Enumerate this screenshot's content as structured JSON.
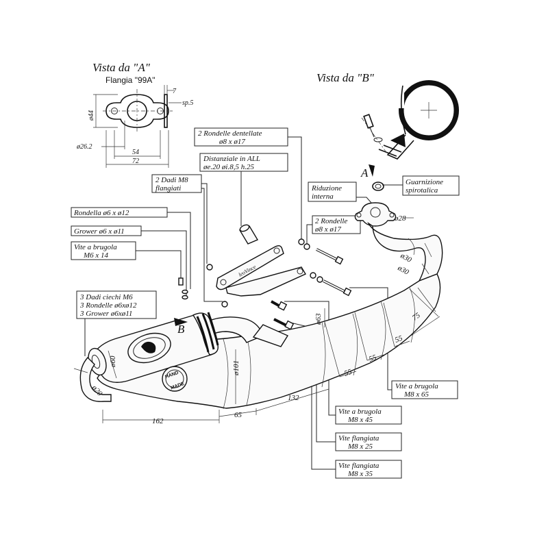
{
  "views": {
    "view_a_title": "Vista da \"A\"",
    "view_a_subtitle": "Flangia \"99A\"",
    "view_b_title": "Vista da \"B\""
  },
  "flange_dims": {
    "d44": "ø44",
    "w7": "7",
    "sp": "sp.5",
    "d26": "ø26.2",
    "w54": "54",
    "w72": "72"
  },
  "labels": {
    "rondelle_dentellate": [
      "2 Rondelle dentellate",
      "ø8 x ø17"
    ],
    "distanziale": [
      "Distanziale in ALL",
      "øe.20 øi.8,5 h.25"
    ],
    "dadi_m8": [
      "2 Dadi M8",
      "flangiati"
    ],
    "riduzione": [
      "Riduzione",
      "interna"
    ],
    "guarnizione": [
      "Guarnizione",
      "spirotalica"
    ],
    "rondelle_2": [
      "2 Rondelle",
      "ø8 x ø17"
    ],
    "rondella_6": "Rondella ø6 x ø12",
    "grower_6": "Grower ø6 x ø11",
    "vite_m6": [
      "Vite a brugola",
      "M6 x 14"
    ],
    "dadi_ciechi": [
      "3 Dadi ciechi M6",
      "3 Rondelle ø6xø12",
      "3 Grower ø6xø11"
    ],
    "vite_m8_65": [
      "Vite a brugola",
      "M8 x 65"
    ],
    "vite_m8_45": [
      "Vite a brugola",
      "M8 x 45"
    ],
    "vite_flang_25": [
      "Vite flangiata",
      "M8 x 25"
    ],
    "vite_flang_35": [
      "Vite flangiata",
      "M8 x 35"
    ]
  },
  "markers": {
    "a": "A",
    "b": "B"
  },
  "dims": {
    "d28": "ø28",
    "d30a": "ø30",
    "d30b": "ø30",
    "d63": "ø63",
    "d75": "75",
    "d55a": "55",
    "d55b": "55",
    "d55c": "55",
    "d101": "ø101",
    "d60": "ø60",
    "d20": "ø20",
    "len162": "162",
    "len65": "65",
    "len132": "132"
  },
  "badge": [
    "HAND",
    "MADE"
  ]
}
